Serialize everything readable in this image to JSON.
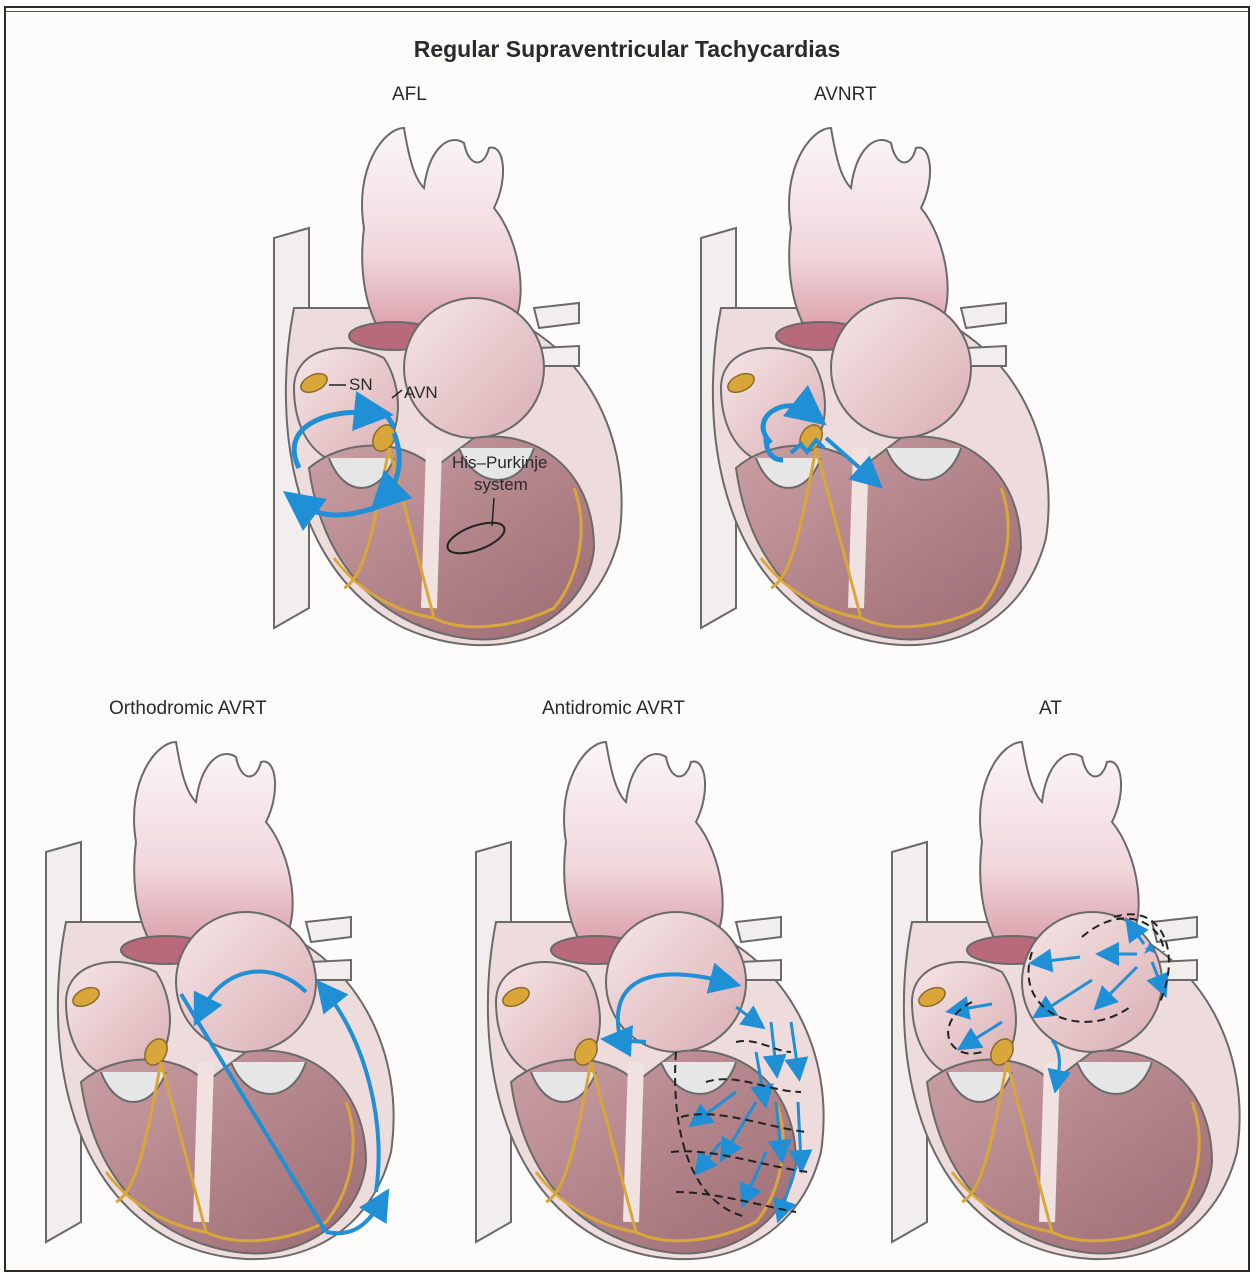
{
  "figure": {
    "title": "Regular Supraventricular Tachycardias"
  },
  "panels": [
    {
      "key": "afl",
      "label": "AFL"
    },
    {
      "key": "avnrt",
      "label": "AVNRT"
    },
    {
      "key": "ortho",
      "label": "Orthodromic AVRT"
    },
    {
      "key": "anti",
      "label": "Antidromic AVRT"
    },
    {
      "key": "at",
      "label": "AT"
    }
  ],
  "callouts": {
    "sn": "SN",
    "avn": "AVN",
    "his_line1": "His–Purkinje",
    "his_line2": "system"
  },
  "colors": {
    "conduction_arrow": "#1f8fd6",
    "conduction_system": "#d9a63a",
    "aorta": "#f4e8ea",
    "myocardium": "#c98f92",
    "pericardium": "#eedcdc"
  }
}
